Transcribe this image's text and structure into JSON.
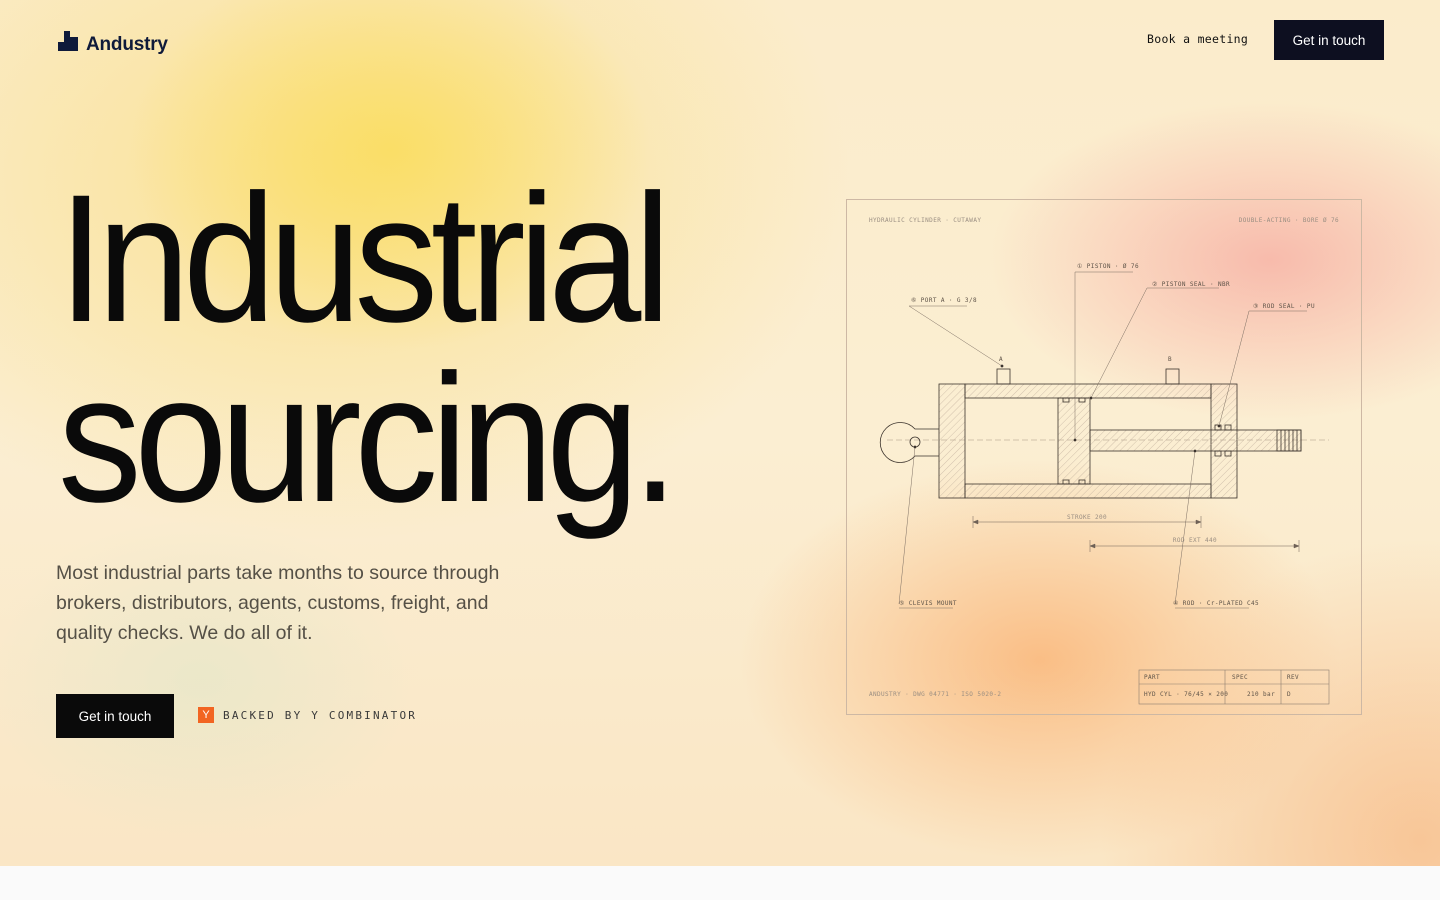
{
  "brand": {
    "name": "Andustry",
    "logo_icon": "stacked-blocks-icon",
    "color": "#0f1a3a"
  },
  "nav": {
    "book_meeting": "Book a meeting",
    "get_in_touch": "Get in touch"
  },
  "hero": {
    "headline_line1": "Industrial",
    "headline_line2": "sourcing.",
    "subtitle": "Most industrial parts take months to source through brokers, distributors, agents, customs, freight, and quality checks. We do all of it.",
    "cta": "Get in touch",
    "backed_badge": "Y",
    "backed_text": "BACKED BY Y COMBINATOR"
  },
  "drawing": {
    "title_left": "HYDRAULIC CYLINDER · CUTAWAY",
    "title_right": "DOUBLE-ACTING · BORE Ø 76",
    "labels": {
      "piston": "① PISTON · Ø 76",
      "piston_seal": "② PISTON SEAL · NBR",
      "rod_seal": "③ ROD SEAL · PU",
      "port_a": "⑥ PORT A · G 3/8",
      "clevis": "⑤ CLEVIS MOUNT",
      "rod": "④ ROD · Cr-PLATED C45",
      "port_a_marker": "A",
      "port_b_marker": "B",
      "stroke": "STROKE 200",
      "rod_ext": "ROD EXT 440"
    },
    "footer_left": "ANDUSTRY · DWG 04771 · ISO 5020-2",
    "table": {
      "headers": [
        "PART",
        "SPEC",
        "REV"
      ],
      "row": [
        "HYD CYL · 76/45 × 200",
        "210 bar",
        "D"
      ]
    }
  },
  "colors": {
    "dark_button": "#0d0f20",
    "yc_orange": "#f26522"
  }
}
